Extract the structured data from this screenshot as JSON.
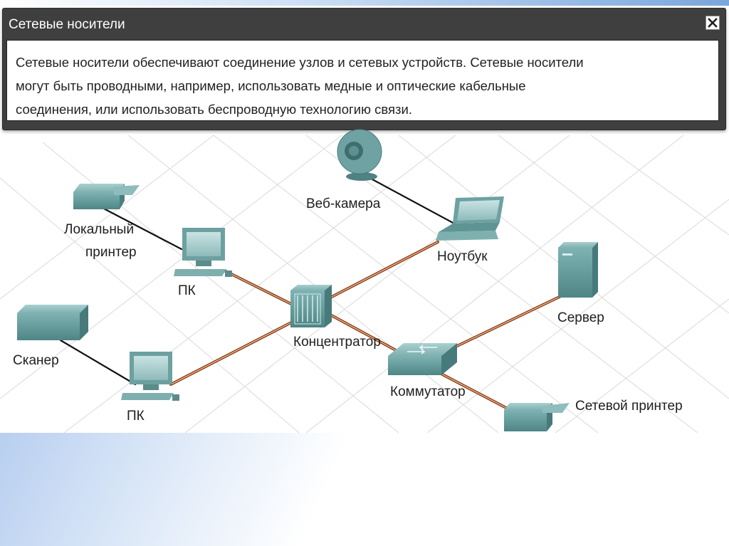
{
  "panel": {
    "title": "Сетевые носители",
    "description_lines": [
      "Сетевые носители обеспечивают соединение узлов и сетевых устройств. Сетевые носители",
      "могут быть проводными, например, использовать медные и оптические кабельные",
      "соединения, или использовать беспроводную технологию связи."
    ]
  },
  "close_icon": "close-icon",
  "diagram": {
    "labels": {
      "webcam": "Веб-камера",
      "printer_line1": "Локальный",
      "printer_line2": "принтер",
      "pc_top": "ПК",
      "laptop": "Ноутбук",
      "server": "Сервер",
      "hub": "Концентратор",
      "scanner": "Сканер",
      "switch": "Коммутатор",
      "pc_bottom": "ПК",
      "net_printer": "Сетевой принтер"
    },
    "colors": {
      "device": "#5f9898",
      "network_cable": "#8b3a10",
      "local_cable": "#111111"
    }
  }
}
